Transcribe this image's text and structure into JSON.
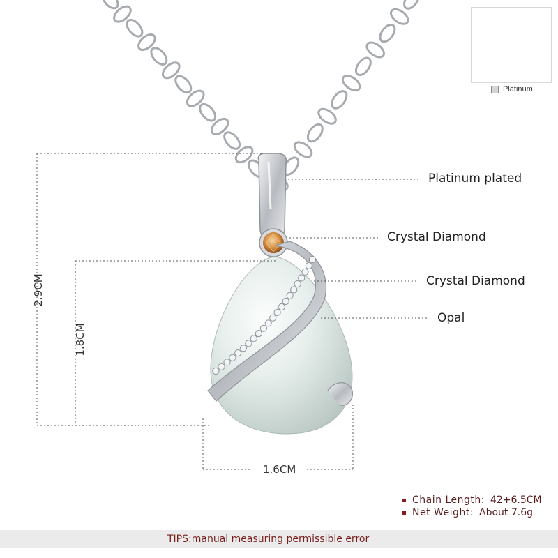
{
  "thumbnail": {
    "color_label": "Platinum",
    "swatch_color": "#d6d6d6"
  },
  "callouts": {
    "platinum": "Platinum plated",
    "crystal_top": "Crystal Diamond",
    "crystal_band": "Crystal Diamond",
    "opal": "Opal"
  },
  "dimensions": {
    "total_height": "2.9CM",
    "stone_height": "1.8CM",
    "stone_width": "1.6CM"
  },
  "specs": [
    {
      "key": "Chain  Length:",
      "value": "42+6.5CM"
    },
    {
      "key": "Net  Weight:",
      "value": "About 7.6g"
    }
  ],
  "tips": "TIPS:manual measuring permissible error",
  "colors": {
    "accent": "#8b1a1a",
    "opal": "#e3ebe8",
    "metal": "#c9ccd0",
    "crystal_orange": "#d99a4a"
  }
}
